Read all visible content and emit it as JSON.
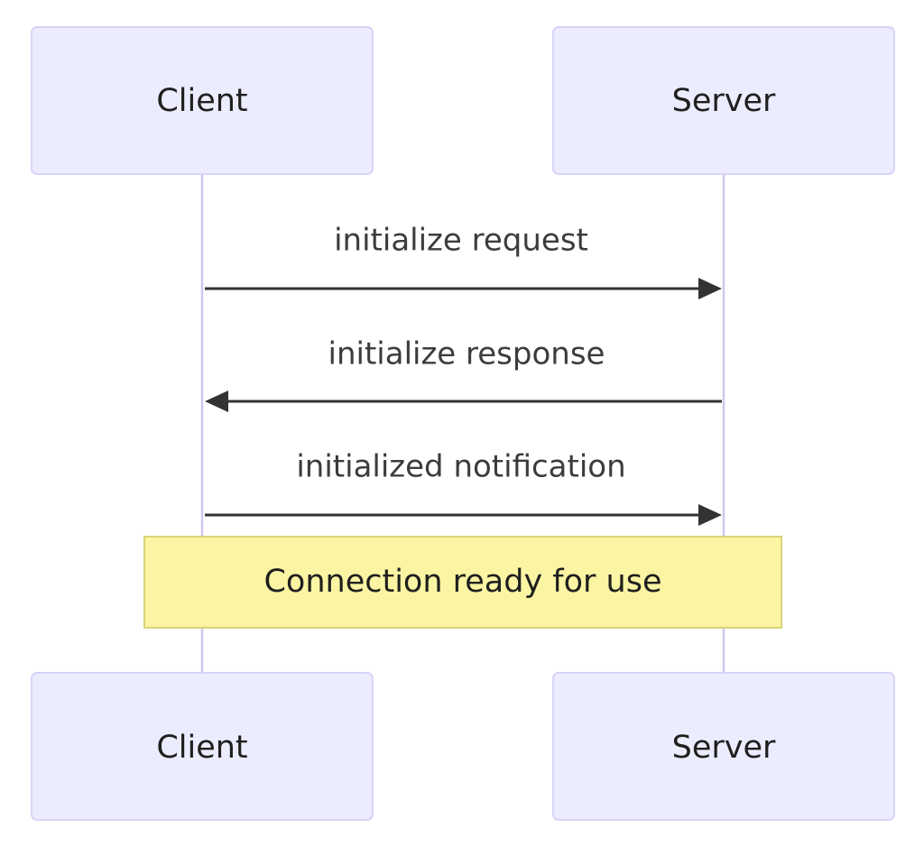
{
  "diagram": {
    "type": "sequence",
    "participants": {
      "client": "Client",
      "server": "Server"
    },
    "messages": [
      {
        "from": "Client",
        "to": "Server",
        "label": "initialize request"
      },
      {
        "from": "Server",
        "to": "Client",
        "label": "initialize response"
      },
      {
        "from": "Client",
        "to": "Server",
        "label": "initialized notification"
      }
    ],
    "note": {
      "over": [
        "Client",
        "Server"
      ],
      "text": "Connection ready for use"
    }
  },
  "colors": {
    "actor_fill": "#ececff",
    "actor_border": "#d9d3f7",
    "lifeline": "#d2c6ef",
    "arrow": "#333333",
    "note_fill": "#fbf5a3",
    "note_border": "#d9d47a"
  }
}
